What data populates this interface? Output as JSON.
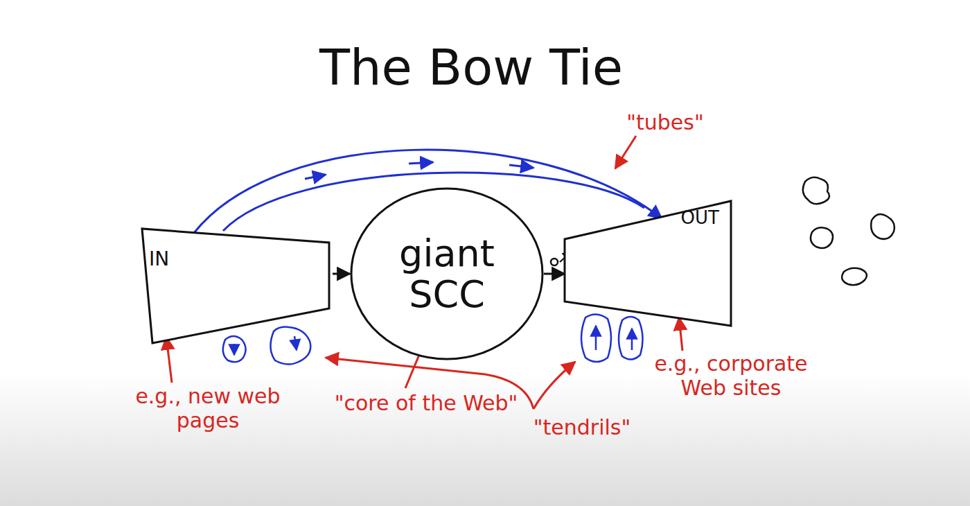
{
  "diagram": {
    "title": "The Bow Tie",
    "nodes": [
      {
        "text": [
          "IN"
        ]
      },
      {
        "text": [
          "giant SCC"
        ]
      },
      {
        "text": [
          "OUT"
        ]
      }
    ],
    "edges": [
      {
        "from": 0,
        "to": 1,
        "arrow": "to"
      },
      {
        "from": 1,
        "to": 2,
        "arrow": "to"
      },
      {
        "from": 0,
        "to": 2,
        "arrow": "to"
      }
    ],
    "labels": [
      "\"tubes\"",
      "e.g., new web pages",
      "\"core of the Web\"",
      "\"tendrils\"",
      "e.g., corporate Web sites"
    ]
  }
}
